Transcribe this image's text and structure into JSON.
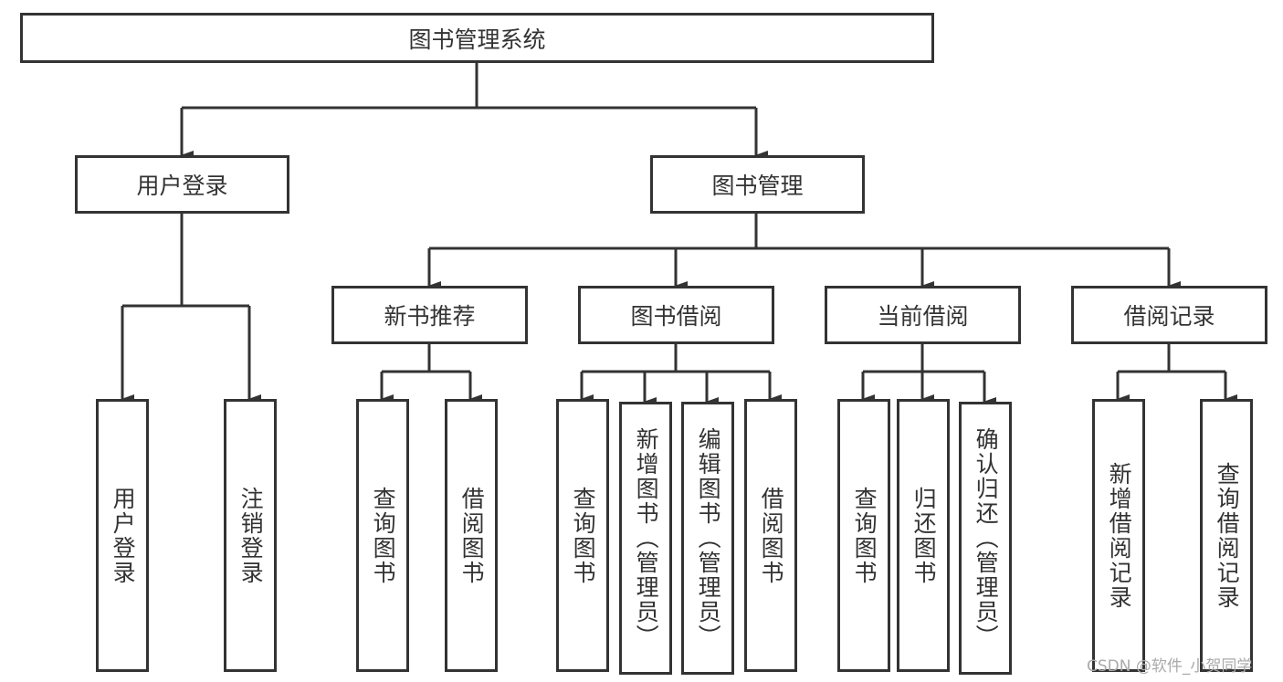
{
  "root": "图书管理系统",
  "level1": [
    "用户登录",
    "图书管理"
  ],
  "user_login_children": [
    "用户登录",
    "注销登录"
  ],
  "book_mgmt_children": [
    "新书推荐",
    "图书借阅",
    "当前借阅",
    "借阅记录"
  ],
  "new_book_children": [
    "查询图书",
    "借阅图书"
  ],
  "borrow_children": [
    "查询图书",
    "新增图书（管理员）",
    "编辑图书（管理员）",
    "借阅图书"
  ],
  "current_children": [
    "查询图书",
    "归还图书",
    "确认归还（管理员）"
  ],
  "record_children": [
    "新增借阅记录",
    "查询借阅记录"
  ],
  "watermark": "CSDN @软件_小贺同学",
  "colors": {
    "stroke": "#333333",
    "background": "#ffffff"
  }
}
